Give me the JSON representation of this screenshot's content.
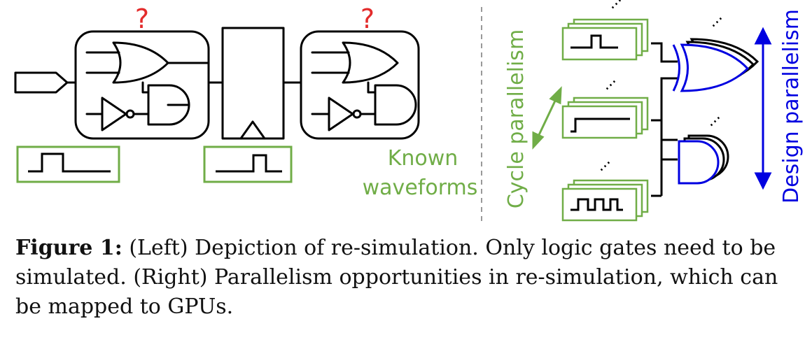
{
  "figure": {
    "unknown_marks": [
      "?",
      "?"
    ],
    "known_waveforms_label": [
      "Known",
      "waveforms"
    ],
    "cycle_parallelism_label": "Cycle parallelism",
    "design_parallelism_label": "Design parallelism",
    "ellipsis": "..."
  },
  "caption": {
    "label": "Figure 1:",
    "text": "(Left) Depiction of re-simulation. Only logic gates need to be simulated. (Right) Parallelism opportunities in re-simulation, which can be mapped to GPUs."
  },
  "colors": {
    "known_waveform": "#70ad47",
    "unknown_mark": "#e32b2b",
    "design_parallelism": "#0000e0",
    "line": "#000000",
    "divider": "#999999"
  }
}
